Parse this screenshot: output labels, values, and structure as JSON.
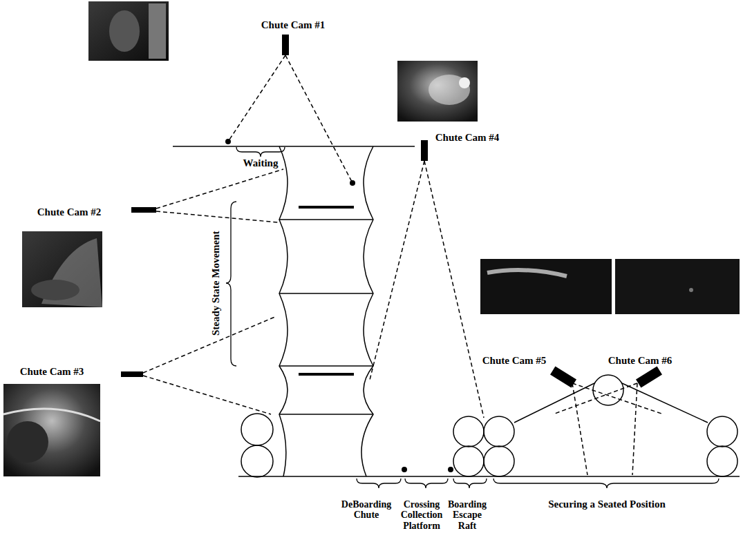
{
  "diagram": {
    "labels": [
      "Chute Cam #1",
      "Chute Cam #4",
      "Waiting",
      "Chute Cam #2",
      "Steady State Movement",
      "Chute Cam #3",
      "Chute Cam #5",
      "Chute Cam #6",
      "DeBoarding Chute",
      "Crossing Collection Platform",
      "Boarding Escape Raft",
      "Securing a Seated Position"
    ]
  }
}
